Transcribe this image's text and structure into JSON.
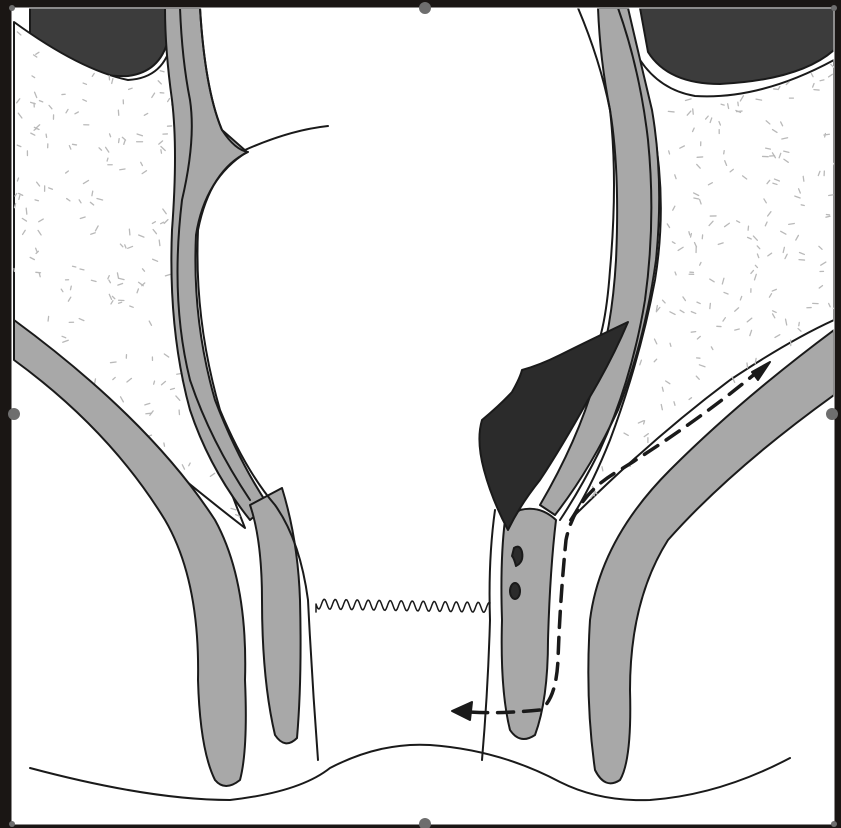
{
  "colors": {
    "background": "#1a1614",
    "canvas": "#ffffff",
    "outline": "#1a1a1a",
    "muscle": "#a8a8a8",
    "dark_fill": "#3c3c3c",
    "tumor": "#2b2b2b",
    "fat_speckle": "#b9b9b9"
  },
  "icons": {
    "selection_handles": "square-dot-handle",
    "arrow_up": "arrowhead-up-right",
    "arrow_left": "arrowhead-left"
  },
  "labels": []
}
